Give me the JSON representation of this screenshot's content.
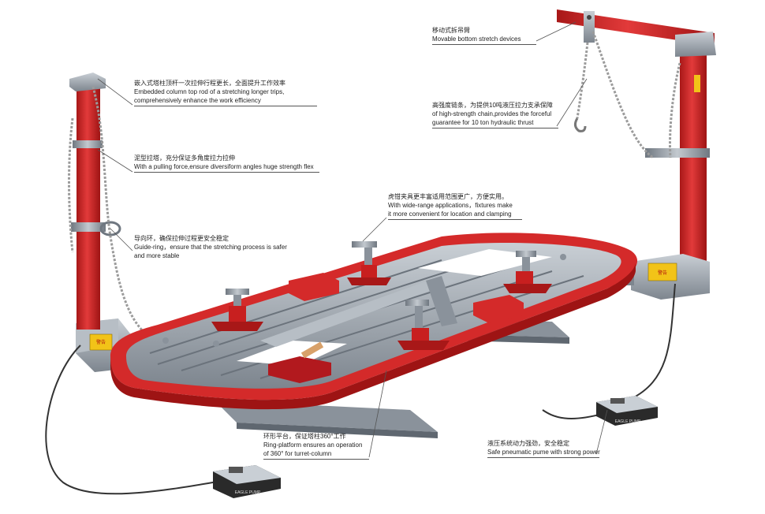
{
  "colors": {
    "red": "#d42a2a",
    "red_dark": "#9e1414",
    "steel": "#9aa3ad",
    "steel_dark": "#5f6770",
    "steel_light": "#c9cfd5",
    "chain": "#a9a9a9",
    "warning_label": "#f2c318",
    "line": "#555555"
  },
  "callouts": [
    {
      "zh": "嵌入式塔柱顶杆一次拉伸行程更长，全面提升工作效率",
      "en1": "Embedded column top rod of a stretching longer trips,",
      "en2": "comprehensively enhance the work efficiency"
    },
    {
      "zh": "泥型拉塔，充分保证多角度拉力拉伸",
      "en1": "With a pulling force,ensure diversiform angles huge strength flex",
      "en2": ""
    },
    {
      "zh": "导向环，确保拉伸过程更安全稳定",
      "en1": "Guide-ring，ensure that the stretching process is safer",
      "en2": "and more stable"
    },
    {
      "zh": "虎钳夹具更丰富适用范围更广，方便实用。",
      "en1": "With wide-range applications，fixtures make",
      "en2": "it more convenient for location and clamping"
    },
    {
      "zh": "移动式拆吊臂",
      "en1": "Movable bottom stretch devices",
      "en2": ""
    },
    {
      "zh": "高强度链条，为提供10吨液压拉力支承保障",
      "en1": "of high-strength chain,provides the forceful",
      "en2": "guarantee for 10 ton hydraulic thrust"
    },
    {
      "zh": "环形平台，保证塔柱360°工作",
      "en1": "Ring-platform ensures an operation",
      "en2": "of 360° for turret-column"
    },
    {
      "zh": "液压系统动力强劲，安全稳定",
      "en1": "Safe pneumatic pume with strong power",
      "en2": ""
    }
  ],
  "warning_label_text": "警告",
  "pump_label_text": "EAGLE PUMP"
}
